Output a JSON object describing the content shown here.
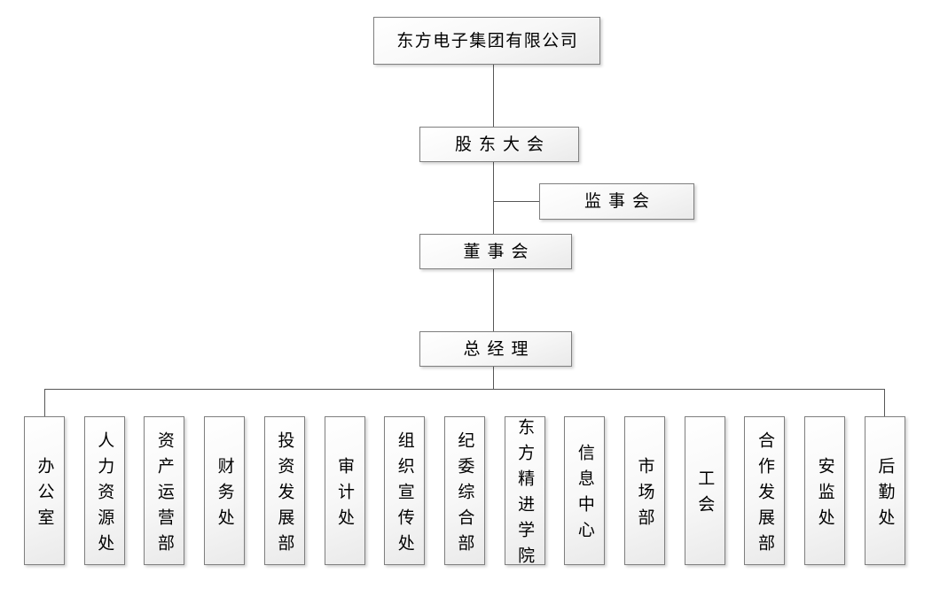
{
  "org_chart": {
    "company": {
      "label": "东方电子集团有限公司"
    },
    "shareholders_meeting": {
      "label": "股东大会"
    },
    "supervisory_board": {
      "label": "监事会"
    },
    "board_of_directors": {
      "label": "董事会"
    },
    "general_manager": {
      "label": "总经理"
    },
    "departments": [
      {
        "label": "办公室"
      },
      {
        "label": "人力资源处"
      },
      {
        "label": "资产运营部"
      },
      {
        "label": "财务处"
      },
      {
        "label": "投资发展部"
      },
      {
        "label": "审计处"
      },
      {
        "label": "组织宣传处"
      },
      {
        "label": "纪委综合部"
      },
      {
        "label": "东方精进学院"
      },
      {
        "label": "信息中心"
      },
      {
        "label": "市场部"
      },
      {
        "label": "工会"
      },
      {
        "label": "合作发展部"
      },
      {
        "label": "安监处"
      },
      {
        "label": "后勤处"
      }
    ],
    "colors": {
      "connector_line": "#575757",
      "box_border": "#7f7f7f",
      "box_fill_top": "#ffffff",
      "box_fill_bottom": "#eaeaea",
      "text": "#000000",
      "background": "#ffffff"
    }
  }
}
